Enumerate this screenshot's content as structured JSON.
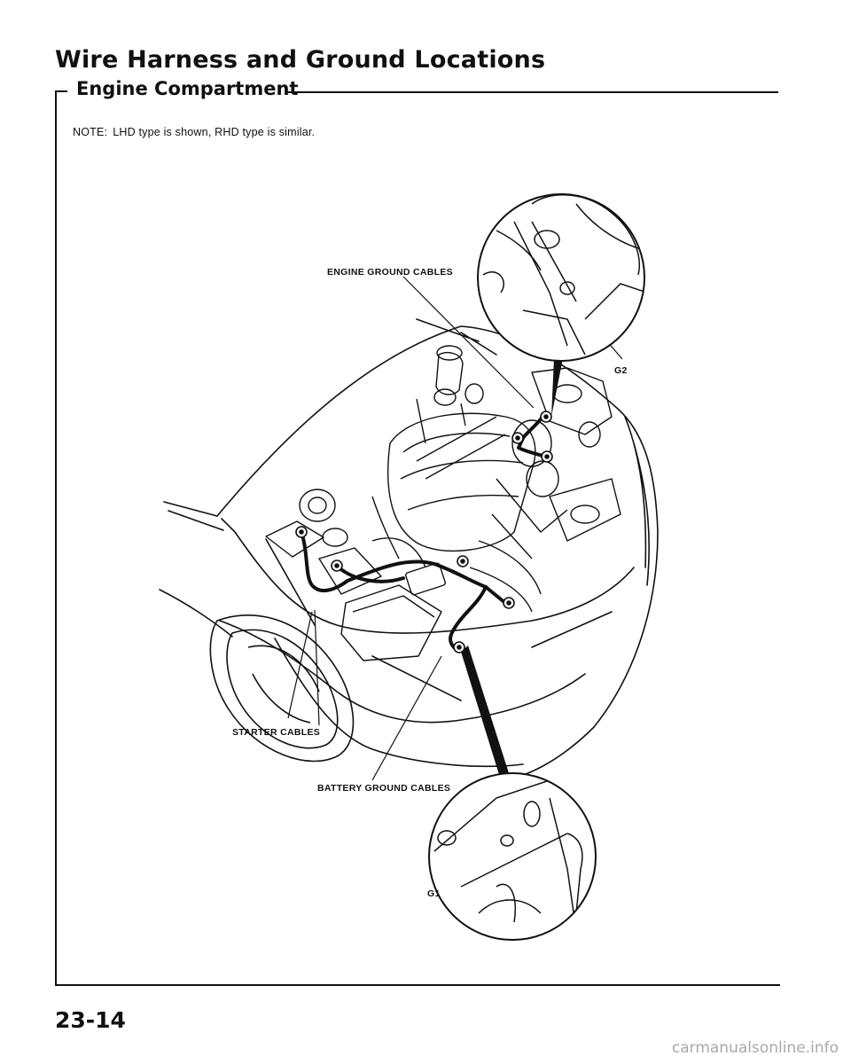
{
  "page": {
    "title": "Wire Harness and Ground Locations",
    "section": "Engine Compartment",
    "note_label": "NOTE:",
    "note_text": "LHD type is shown, RHD type is similar.",
    "page_number": "23-14"
  },
  "diagram": {
    "callouts": {
      "engine_ground_cables": "ENGINE GROUND CABLES",
      "starter_cables": "STARTER CABLES",
      "battery_ground_cables": "BATTERY GROUND CABLES",
      "g1": "G1",
      "g2": "G2"
    }
  },
  "watermark": "carmanualsonline.info"
}
